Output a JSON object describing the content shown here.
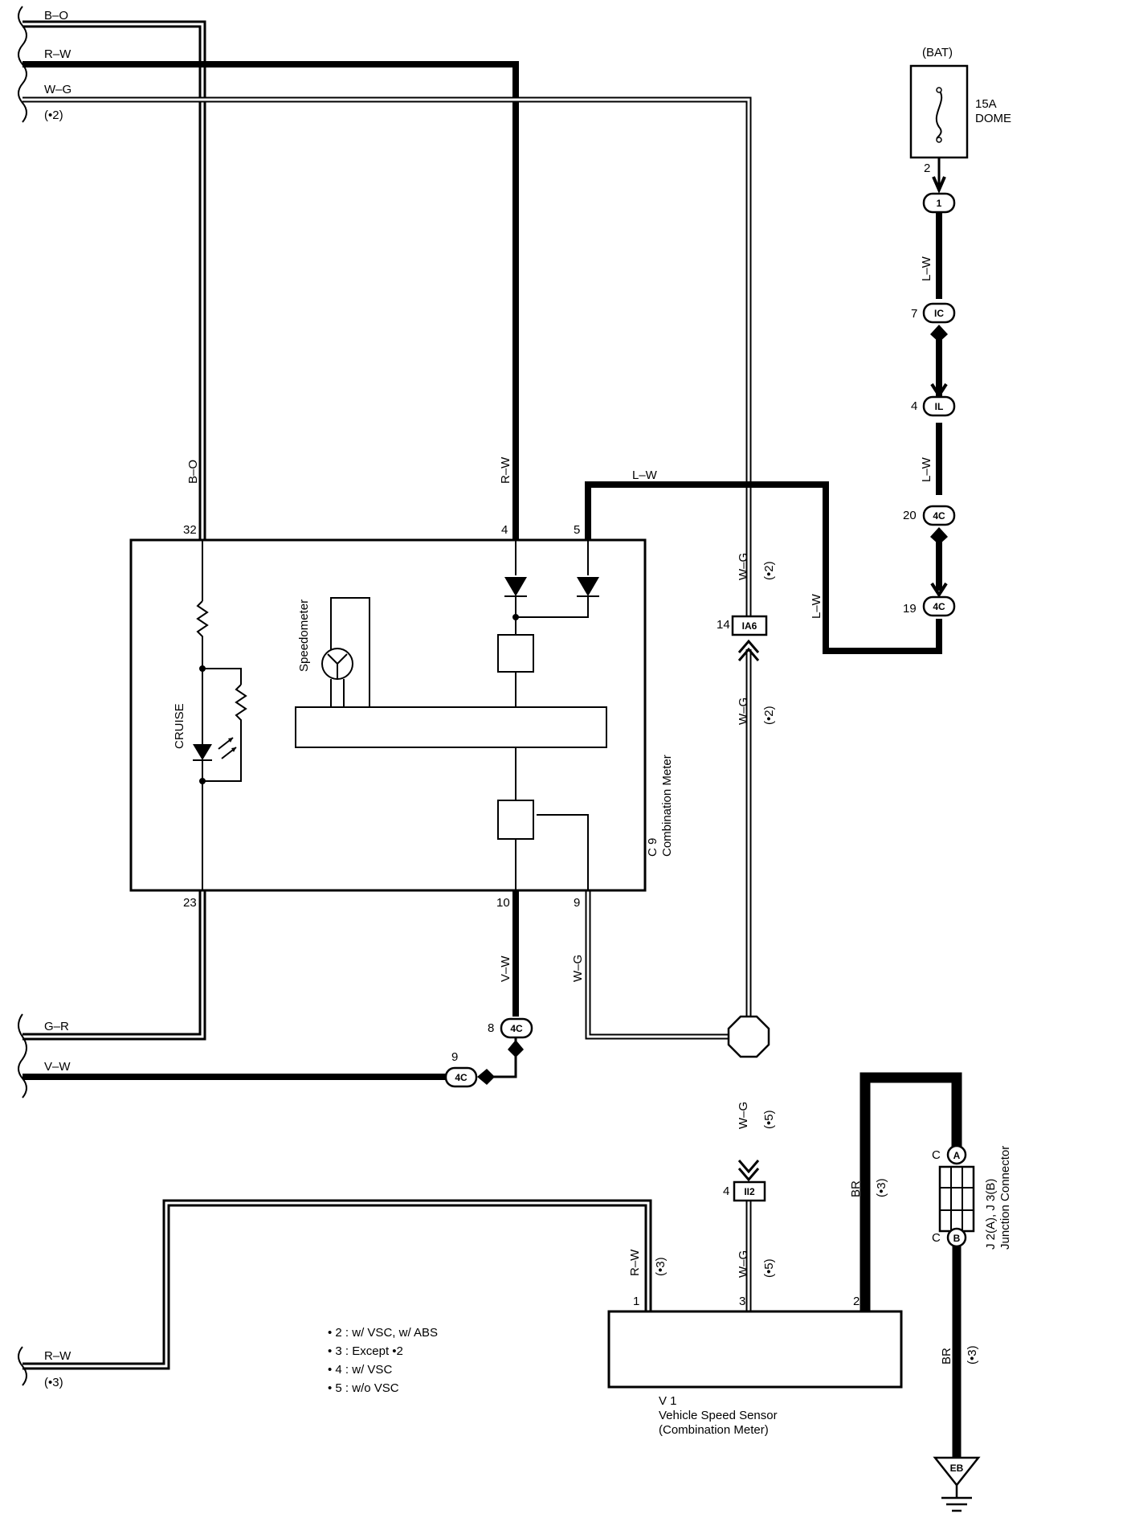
{
  "edge_wires": {
    "bo": "B–O",
    "rw_top": "R–W",
    "wg_top": "W–G",
    "note2_top": "(•2)",
    "gr": "G–R",
    "vw": "V–W",
    "rw_bottom": "R–W",
    "note3_bottom": "(•3)"
  },
  "battery": {
    "source": "(BAT)",
    "fuse_rating": "15A",
    "fuse_name": "DOME",
    "pin": "2"
  },
  "right_chain": {
    "c1_id": "1",
    "wire_lw_1": "L–W",
    "c2_pin": "7",
    "c2_id": "IC",
    "c3_pin": "4",
    "c3_id": "IL",
    "wire_lw_2": "L–W",
    "c4_pin": "20",
    "c4_id": "4C",
    "c5_pin": "19",
    "c5_id": "4C",
    "wire_lw_3": "L–W"
  },
  "meter": {
    "code": "C 9",
    "name": "Combination Meter",
    "speedometer": "Speedometer",
    "cruise": "CRUISE",
    "pin_32": "32",
    "pin_4": "4",
    "pin_5": "5",
    "pin_23": "23",
    "pin_10": "10",
    "pin_9": "9",
    "wire_bo": "B–O",
    "wire_rw": "R–W",
    "wire_lw_top": "L–W",
    "wire_vw": "V–W",
    "wire_wg": "W–G"
  },
  "center_line": {
    "wire_wg_1": "W–G",
    "note_1": "(•2)",
    "ia6_pin": "14",
    "ia6_id": "IA6",
    "wire_wg_2": "W–G",
    "note_2": "(•2)",
    "wire_wg_3": "W–G",
    "note_3": "(•5)",
    "ii2_pin": "4",
    "ii2_id": "II2",
    "wire_wg_4": "W–G",
    "note_4": "(•5)"
  },
  "vw_connectors": {
    "c8_pin": "8",
    "c8_id": "4C",
    "c9_pin": "9",
    "c9_id": "4C"
  },
  "sensor": {
    "code": "V 1",
    "name": "Vehicle Speed Sensor",
    "sub": "(Combination Meter)",
    "pin_1": "1",
    "pin_3": "3",
    "pin_2": "2",
    "wire_rw": "R–W",
    "note_rw": "(•3)",
    "wire_wg": "W–G",
    "note_wg": "(•5)"
  },
  "ground_side": {
    "wire_br_1": "BR",
    "note_br_1": "(•3)",
    "jc_c_top": "C",
    "jc_a": "A",
    "jc_c_bottom": "C",
    "jc_b": "B",
    "jc_code": "J 2(A), J 3(B)",
    "jc_name": "Junction Connector",
    "wire_br_2": "BR",
    "note_br_2": "(•3)",
    "ground_id": "EB"
  },
  "notes": [
    "• 2 : w/ VSC,  w/ ABS",
    "• 3 : Except •2",
    "• 4 : w/ VSC",
    "• 5 : w/o VSC"
  ]
}
